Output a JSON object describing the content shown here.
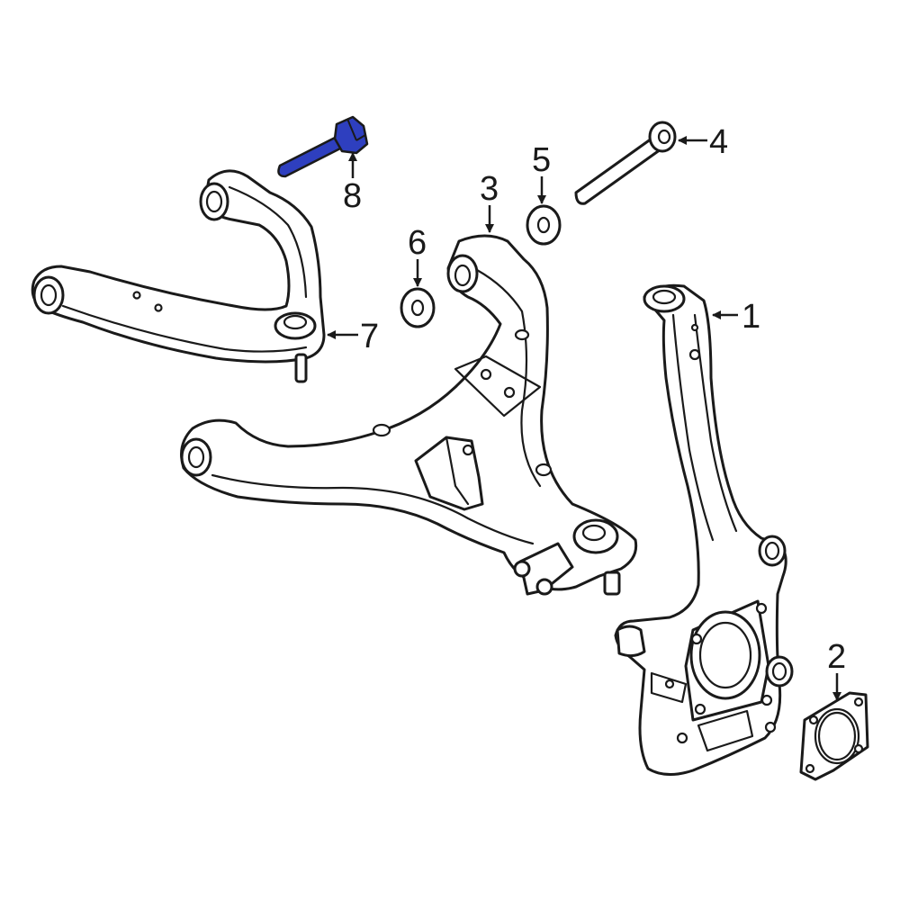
{
  "colors": {
    "line": "#1a1a1a",
    "highlight": "#2e3fbf",
    "background": "#ffffff"
  },
  "callouts": [
    {
      "id": "1",
      "label": "1"
    },
    {
      "id": "2",
      "label": "2"
    },
    {
      "id": "3",
      "label": "3"
    },
    {
      "id": "4",
      "label": "4"
    },
    {
      "id": "5",
      "label": "5"
    },
    {
      "id": "6",
      "label": "6"
    },
    {
      "id": "7",
      "label": "7"
    },
    {
      "id": "8",
      "label": "8"
    }
  ]
}
